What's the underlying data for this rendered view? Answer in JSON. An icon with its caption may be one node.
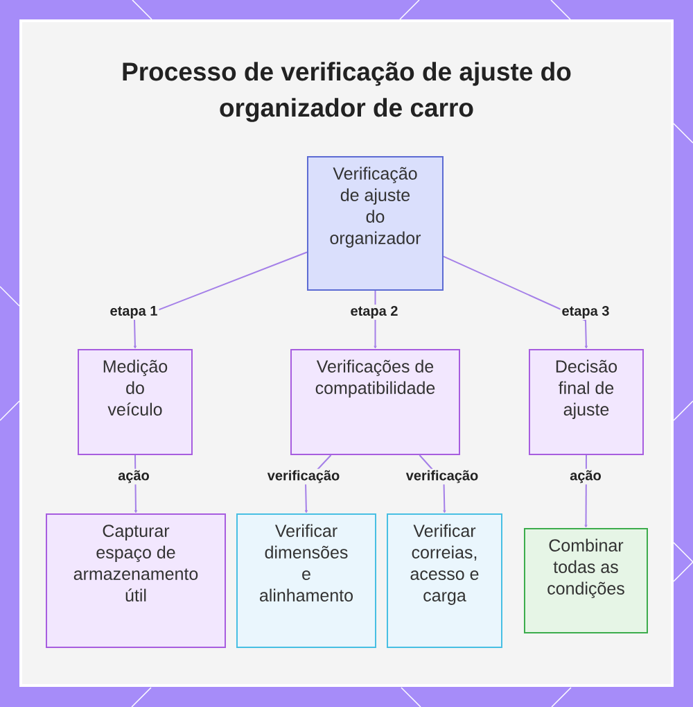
{
  "diagram": {
    "title": "Processo de verificação de ajuste do organizador de carro",
    "nodes": [
      {
        "text": [
          "Verificação de ajuste do organizador"
        ]
      },
      {
        "text": [
          "Medição do veículo"
        ]
      },
      {
        "text": [
          "Verificações de compatibilidade"
        ]
      },
      {
        "text": [
          "Decisão final de ajuste"
        ]
      },
      {
        "text": [
          "Capturar espaço de armazenamento útil"
        ]
      },
      {
        "text": [
          "Verificar dimensões e alinhamento"
        ]
      },
      {
        "text": [
          "Verificar correias, acesso e carga"
        ]
      },
      {
        "text": [
          "Combinar todas as condições"
        ]
      }
    ],
    "edges": [
      {
        "from": 0,
        "to": 1,
        "arrow": "to",
        "label": "etapa 1"
      },
      {
        "from": 0,
        "to": 2,
        "arrow": "to",
        "label": "etapa 2"
      },
      {
        "from": 0,
        "to": 3,
        "arrow": "to",
        "label": "etapa 3"
      },
      {
        "from": 1,
        "to": 4,
        "arrow": "to",
        "label": "ação"
      },
      {
        "from": 2,
        "to": 5,
        "arrow": "to",
        "label": "verificação"
      },
      {
        "from": 2,
        "to": 6,
        "arrow": "to",
        "label": "verificação"
      },
      {
        "from": 3,
        "to": 7,
        "arrow": "to",
        "label": "ação"
      }
    ]
  }
}
